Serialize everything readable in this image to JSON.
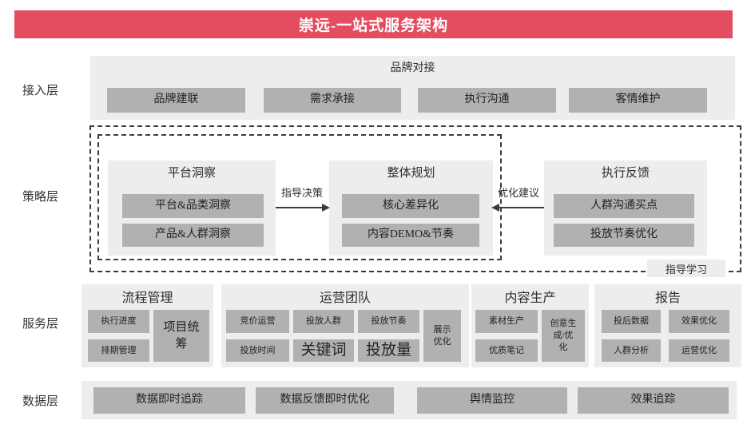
{
  "title": "崇远-一站式服务架构",
  "access": {
    "label": "接入层",
    "header": "品牌对接",
    "items": [
      "品牌建联",
      "需求承接",
      "执行沟通",
      "客情维护"
    ]
  },
  "strategy": {
    "label": "策略层",
    "groups": [
      {
        "title": "平台洞察",
        "items": [
          "平台&品类洞察",
          "产品&人群洞察"
        ]
      },
      {
        "title": "整体规划",
        "items": [
          "核心差异化",
          "内容DEMO&节奏"
        ]
      },
      {
        "title": "执行反馈",
        "items": [
          "人群沟通买点",
          "投放节奏优化"
        ]
      }
    ],
    "arrow_forward": "指导决策",
    "arrow_back": "优化建议",
    "learn_label": "指导学习"
  },
  "service": {
    "label": "服务层",
    "groups": [
      {
        "title": "流程管理",
        "items": [
          "执行进度",
          "排期管理"
        ],
        "tall": "项目统筹"
      },
      {
        "title": "运营团队",
        "row1": [
          "竞价运营",
          "投放人群",
          "投放节奏"
        ],
        "row2": [
          "投放时间",
          "关键词",
          "投放量"
        ],
        "tall": "展示优化"
      },
      {
        "title": "内容生产",
        "items": [
          "素材生产",
          "优质笔记"
        ],
        "tall": "创意生成/优化"
      },
      {
        "title": "报告",
        "items": [
          "投后数据",
          "效果优化",
          "人群分析",
          "运营优化"
        ]
      }
    ]
  },
  "data_layer": {
    "label": "数据层",
    "items": [
      "数据即时追踪",
      "数据反馈即时优化",
      "舆情监控",
      "效果追踪"
    ]
  },
  "colors": {
    "banner_red": "#e44d5f",
    "panel_gray": "#ededed",
    "box_gray": "#b1b1b1",
    "text_dark": "#2e2e2e"
  }
}
